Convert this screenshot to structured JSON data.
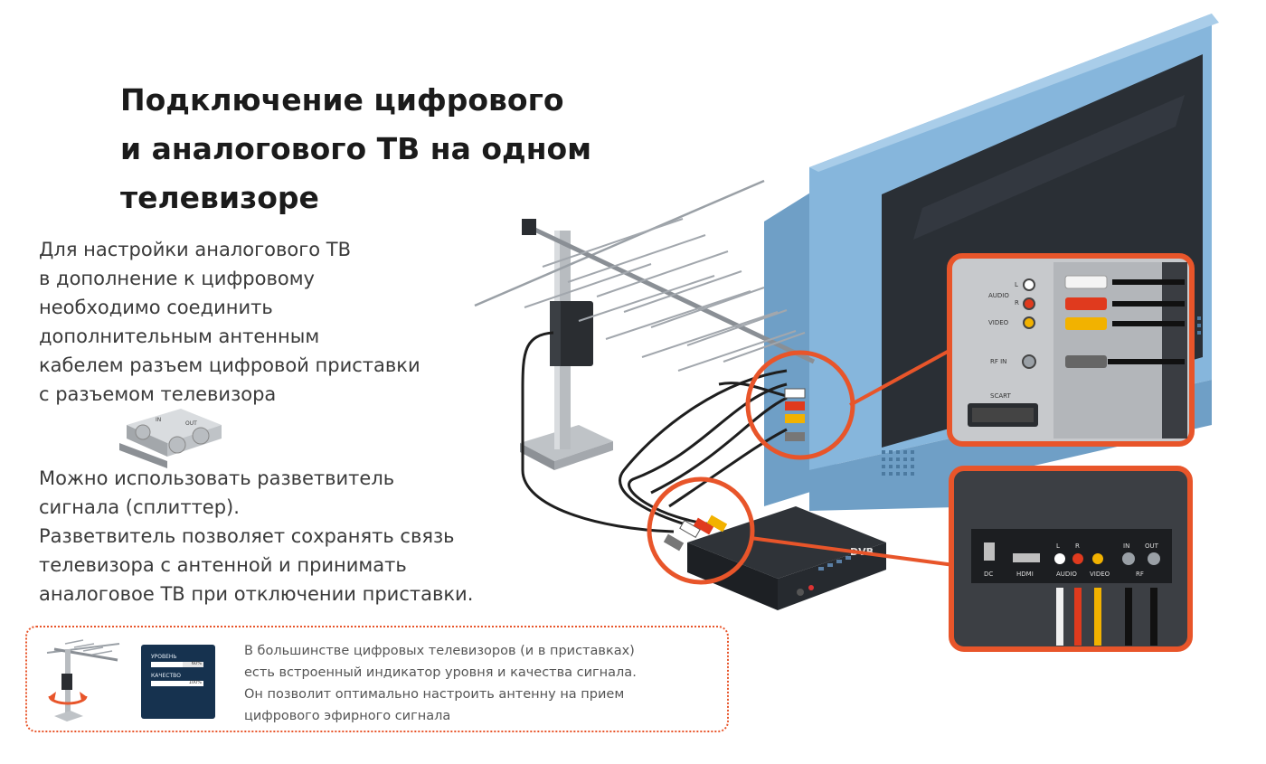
{
  "title": "Подключение цифрового\nи аналогового ТВ на одном\nтелевизоре",
  "paragraph_1": "Для настройки аналогового ТВ\nв дополнение к цифровому\nнеобходимо соединить\nдополнительным антенным\nкабелем разъем цифровой приставки\nс разъемом телевизора",
  "paragraph_2": "Можно использовать разветвитель\nсигнала (сплиттер).\nРазветвитель позволяет сохранять связь\nтелевизора с антенной и принимать\nаналоговое ТВ при отключении приставки.",
  "info_box": {
    "text": "В большинстве цифровых телевизоров (и в приставках)\nесть встроенный индикатор уровня и качества сигнала.\nОн позволит оптимально настроить антенну на прием\nцифрового эфирного сигнала",
    "meter": {
      "level_label": "УРОВЕНЬ",
      "level_percent": "60%",
      "level_value": 0.6,
      "quality_label": "КАЧЕСТВО",
      "quality_percent": "100%",
      "quality_value": 1.0
    }
  },
  "splitter_labels": {
    "in": "IN",
    "out": "OUT"
  },
  "tv_panel": {
    "audio": "AUDIO",
    "l": "L",
    "r": "R",
    "video": "VIDEO",
    "rf_in": "RF IN",
    "scart": "SCART"
  },
  "box_panel": {
    "dc": "DC",
    "hdmi": "HDMI",
    "l": "L",
    "r": "R",
    "audio": "AUDIO",
    "video": "VIDEO",
    "in": "IN",
    "out": "OUT",
    "rf": "RF"
  },
  "box_logo": "DVB",
  "colors": {
    "accent": "#e8552a",
    "tv_blue": "#7fb2d9",
    "screen": "#2a2f35",
    "panel": "#c7c9cc"
  }
}
